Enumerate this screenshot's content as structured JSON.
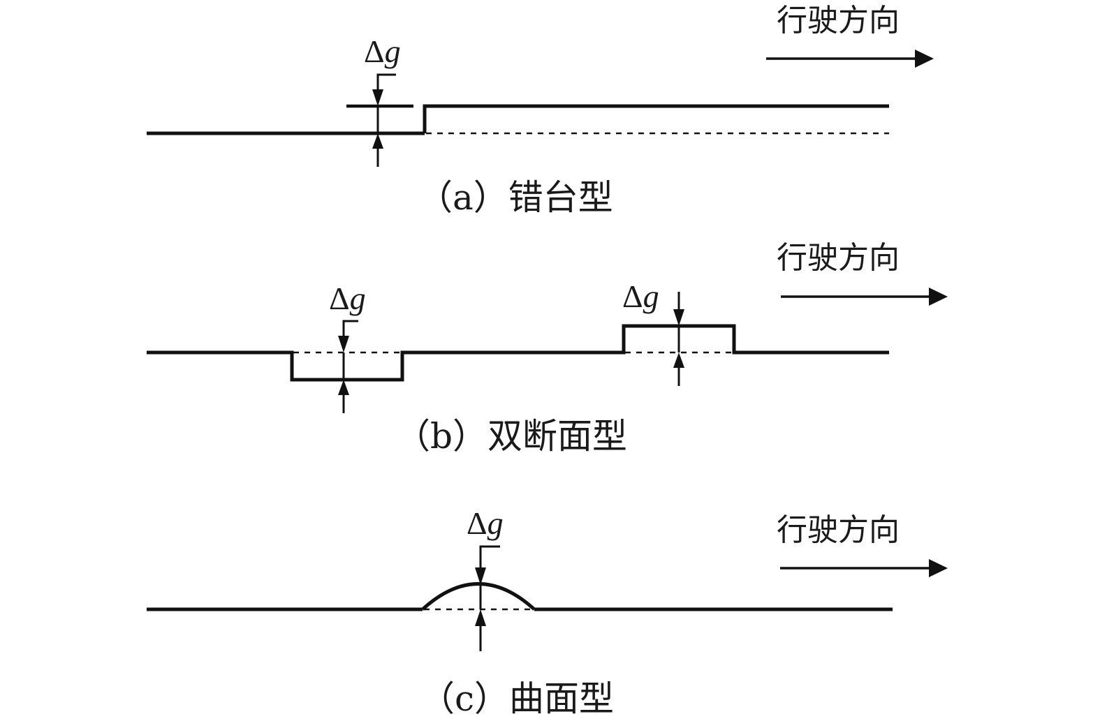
{
  "figure": {
    "direction_label": "行驶方向",
    "delta_symbol": "Δ",
    "delta_var": "g",
    "panels": [
      {
        "id": "a",
        "caption": "（a）错台型",
        "type": "step"
      },
      {
        "id": "b",
        "caption": "（b）双断面型",
        "type": "double-section"
      },
      {
        "id": "c",
        "caption": "（c）曲面型",
        "type": "curved"
      }
    ]
  },
  "colors": {
    "line": "#111111",
    "text": "#1a1a1a",
    "background": "#ffffff"
  }
}
